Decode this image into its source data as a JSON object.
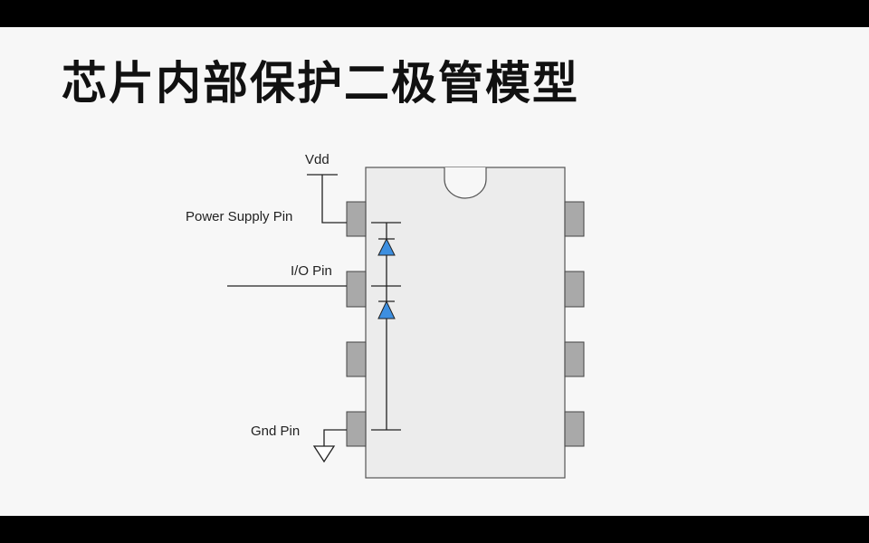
{
  "title": "芯片内部保护二极管模型",
  "diagram": {
    "labels": {
      "vdd": "Vdd",
      "power_pin": "Power Supply Pin",
      "io_pin": "I/O Pin",
      "gnd_pin": "Gnd Pin"
    },
    "colors": {
      "chip": "#ececec",
      "pin": "#a9a9a9",
      "diode": "#3d8fe0"
    }
  }
}
